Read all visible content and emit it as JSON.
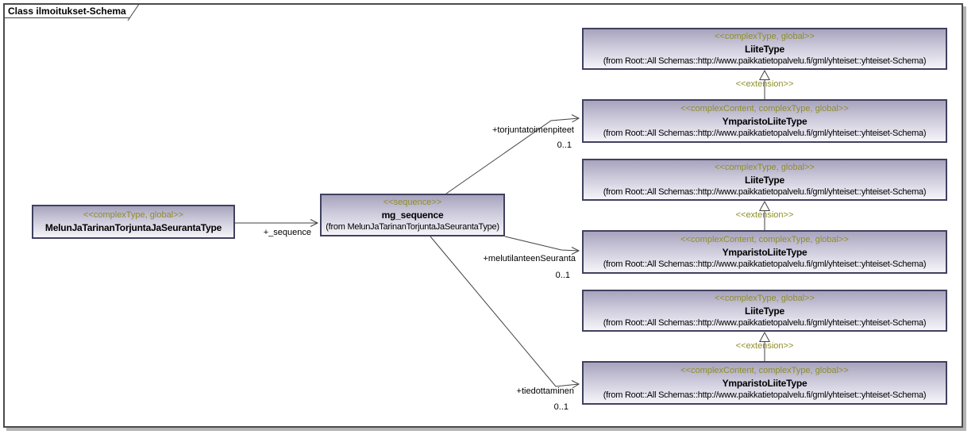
{
  "diagram": {
    "tab_title": "Class ilmoitukset-Schema"
  },
  "colors": {
    "node_border": "#40405f",
    "node_gradient_top": "#a7a3bd",
    "node_gradient_bottom": "#f5f4f9",
    "stereotype_text": "#8e8e28",
    "frame_border": "#4b4b4b",
    "frame_shadow": "#b4b4b4",
    "connector": "#424242"
  },
  "nodes": [
    {
      "stereotype": "<<complexType, global>>",
      "name": "MelunJaTarinanTorjuntaJaSeurantaType"
    },
    {
      "stereotype": "<<sequence>>",
      "name": "mg_sequence",
      "from": "(from MelunJaTarinanTorjuntaJaSeurantaType)"
    },
    {
      "stereotype": "<<complexType, global>>",
      "name": "LiiteType",
      "from": "(from Root::All Schemas::http://www.paikkatietopalvelu.fi/gml/yhteiset::yhteiset-Schema)"
    },
    {
      "stereotype": "<<complexContent, complexType, global>>",
      "name": "YmparistoLiiteType",
      "from": "(from Root::All Schemas::http://www.paikkatietopalvelu.fi/gml/yhteiset::yhteiset-Schema)"
    },
    {
      "stereotype": "<<complexType, global>>",
      "name": "LiiteType",
      "from": "(from Root::All Schemas::http://www.paikkatietopalvelu.fi/gml/yhteiset::yhteiset-Schema)"
    },
    {
      "stereotype": "<<complexContent, complexType, global>>",
      "name": "YmparistoLiiteType",
      "from": "(from Root::All Schemas::http://www.paikkatietopalvelu.fi/gml/yhteiset::yhteiset-Schema)"
    },
    {
      "stereotype": "<<complexType, global>>",
      "name": "LiiteType",
      "from": "(from Root::All Schemas::http://www.paikkatietopalvelu.fi/gml/yhteiset::yhteiset-Schema)"
    },
    {
      "stereotype": "<<complexContent, complexType, global>>",
      "name": "YmparistoLiiteType",
      "from": "(from Root::All Schemas::http://www.paikkatietopalvelu.fi/gml/yhteiset::yhteiset-Schema)"
    }
  ],
  "edges": {
    "sequence_label": "+_sequence",
    "extension_label": "<<extension>>",
    "associations": [
      {
        "label": "+torjuntatoimenpiteet",
        "multiplicity": "0..1"
      },
      {
        "label": "+melutilanteenSeuranta",
        "multiplicity": "0..1"
      },
      {
        "label": "+tiedottaminen",
        "multiplicity": "0..1"
      }
    ]
  }
}
